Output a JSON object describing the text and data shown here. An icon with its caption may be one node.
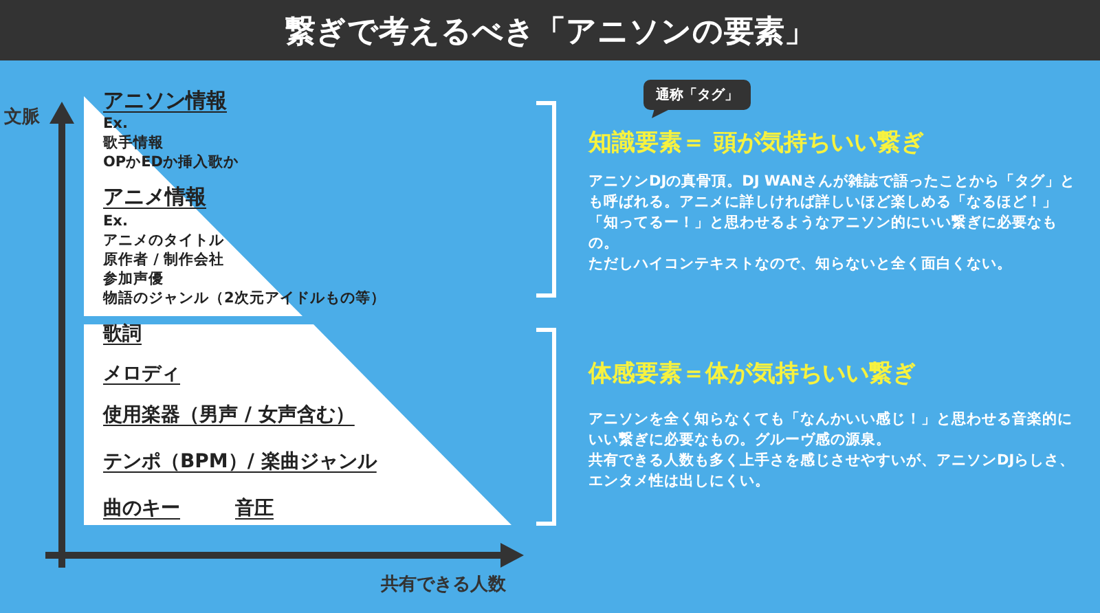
{
  "diagram": {
    "title": "繋ぎで考えるべき「アニソンの要素」",
    "nodes": [
      {
        "text": [
          "アニソン情報",
          "Ex.",
          "歌手情報",
          "OPかEDか挿入歌か",
          "アニメ情報",
          "Ex.",
          "アニメのタイトル",
          "原作者 / 制作会社",
          "参加声優",
          "物語のジャンル（2次元アイドルもの等）"
        ]
      },
      {
        "text": [
          "歌詞",
          "メロディ",
          "使用楽器（男声 / 女声含む）",
          "テンポ（BPM）/ 楽曲ジャンル",
          "曲のキー",
          "音圧"
        ]
      },
      {
        "text": [
          "通称「タグ」"
        ]
      }
    ],
    "edges": [],
    "labels": [
      "文脈",
      "共有できる人数",
      "知識要素＝ 頭が気持ちいい繋ぎ",
      "アニソンDJの真骨頂。DJ WANさんが雑誌で語ったことから「タグ」とも呼ばれる。アニメに詳しければ詳しいほど楽しめる「なるほど！」「知ってるー！」と思わせるようなアニソン的にいい繋ぎに必要なもの。",
      "ただしハイコンテキストなので、知らないと全く面白くない。",
      "体感要素＝体が気持ちいい繋ぎ",
      "アニソンを全く知らなくても「なんかいい感じ！」と思わせる音楽的にいい繋ぎに必要なもの。グルーヴ感の源泉。",
      "共有できる人数も多く上手さを感じさせやすいが、アニソンDJらしさ、エンタメ性は出しにくい。"
    ]
  }
}
